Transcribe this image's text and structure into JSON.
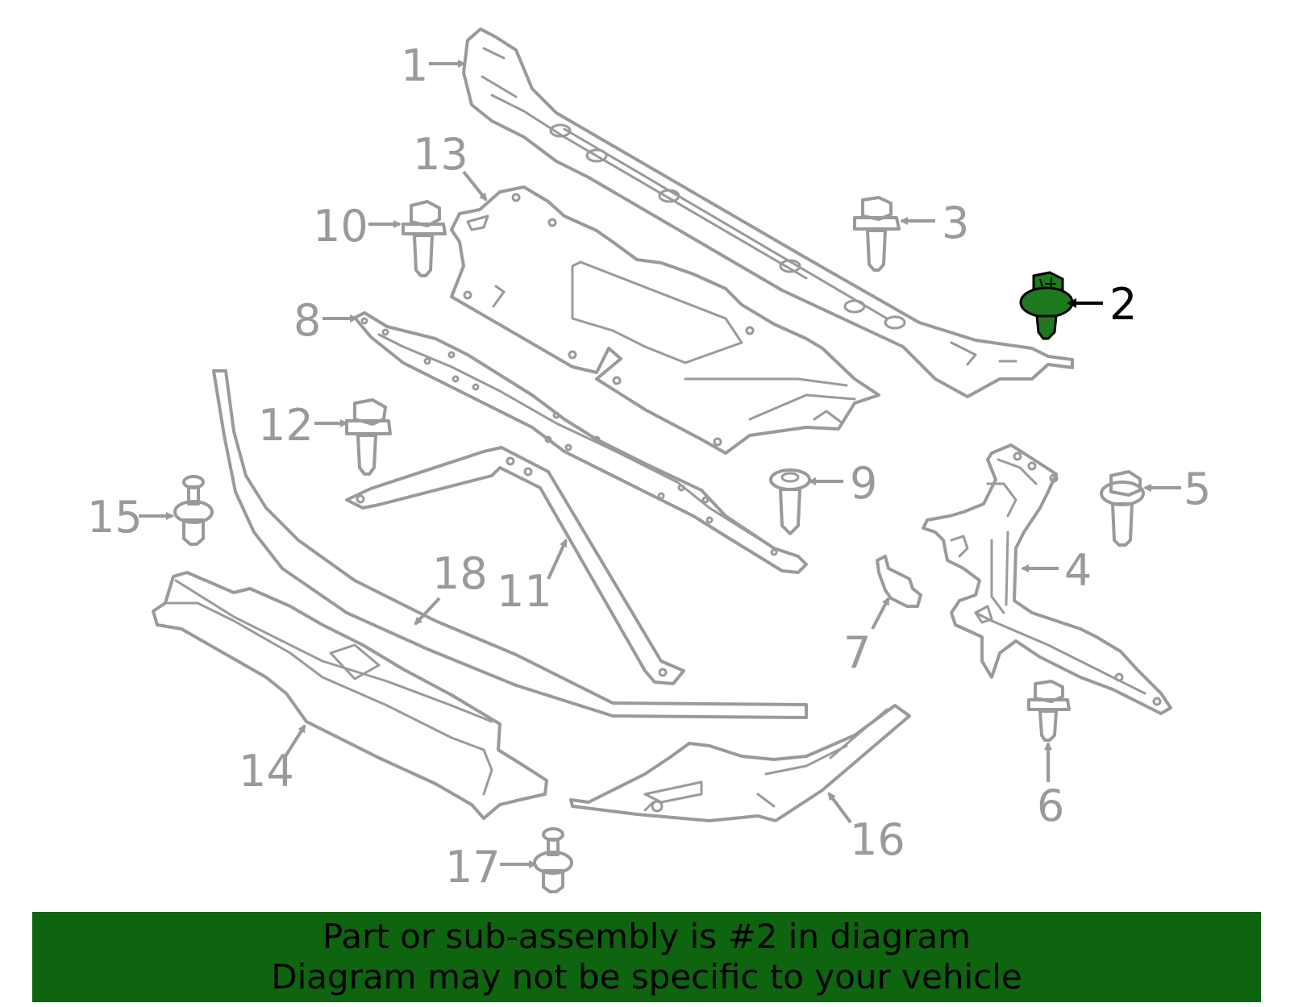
{
  "callouts": {
    "c1": "1",
    "c2": "2",
    "c3": "3",
    "c4": "4",
    "c5": "5",
    "c6": "6",
    "c7": "7",
    "c8": "8",
    "c9": "9",
    "c10": "10",
    "c11": "11",
    "c12": "12",
    "c13": "13",
    "c14": "14",
    "c15": "15",
    "c16": "16",
    "c17": "17",
    "c18": "18"
  },
  "highlighted_part": "2",
  "colors": {
    "line": "#9a9a9a",
    "highlight_fill": "#1f7a1f",
    "banner_bg": "#0f640f"
  },
  "banner": {
    "line1": "Part or sub-assembly is #2 in diagram",
    "line2": "Diagram may not be specific to your vehicle"
  }
}
